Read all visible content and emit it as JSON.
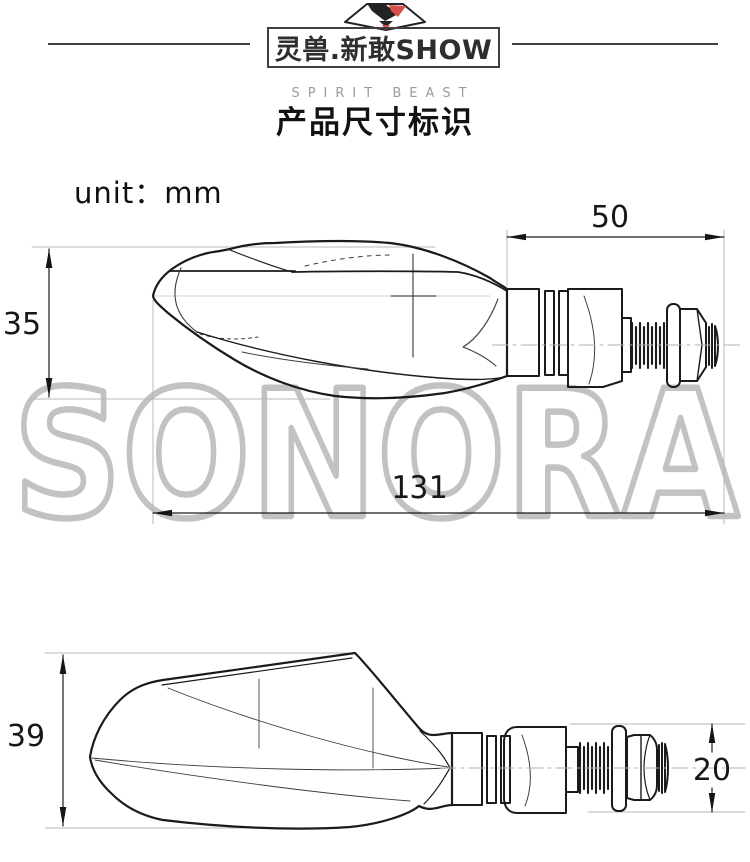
{
  "header": {
    "brand_title": "灵兽.新敢SHOW",
    "brand_subtitle": "SPIRIT BEAST",
    "logo_icon": "beast-diamond-logo"
  },
  "page_title": "产品尺寸标识",
  "unit_label": "unit：mm",
  "watermark_text": "SONORA",
  "diagram": {
    "type": "technical-drawing",
    "subject": "motorcycle turn signal lamp",
    "views": [
      {
        "name": "side-view",
        "dims": {
          "body_height_mm": "35",
          "mount_length_mm": "50",
          "overall_length_mm": "131"
        }
      },
      {
        "name": "top-view",
        "dims": {
          "body_height_mm": "39",
          "mount_diameter_mm": "20"
        }
      }
    ]
  },
  "colors": {
    "line": "#1a1a1a",
    "light_line": "#b5b5b5",
    "watermark": "#c2c2c2",
    "logo_red": "#d8504a",
    "logo_black": "#232323",
    "header_rule": "#3f3f3f"
  }
}
